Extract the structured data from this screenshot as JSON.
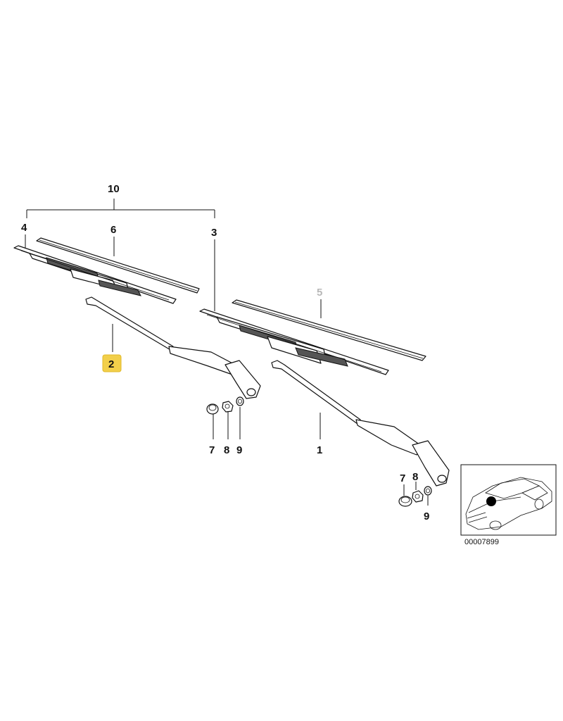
{
  "callouts": {
    "c10": "10",
    "c4": "4",
    "c6": "6",
    "c3": "3",
    "c5": "5",
    "c2": "2",
    "c7a": "7",
    "c8a": "8",
    "c9a": "9",
    "c1": "1",
    "c7b": "7",
    "c8b": "8",
    "c9b": "9"
  },
  "highlighted_callout": "2",
  "reference_number": "00007899",
  "colors": {
    "highlight": "#f2cf4a",
    "ink": "#111111",
    "faded": "#b8b8b8"
  }
}
